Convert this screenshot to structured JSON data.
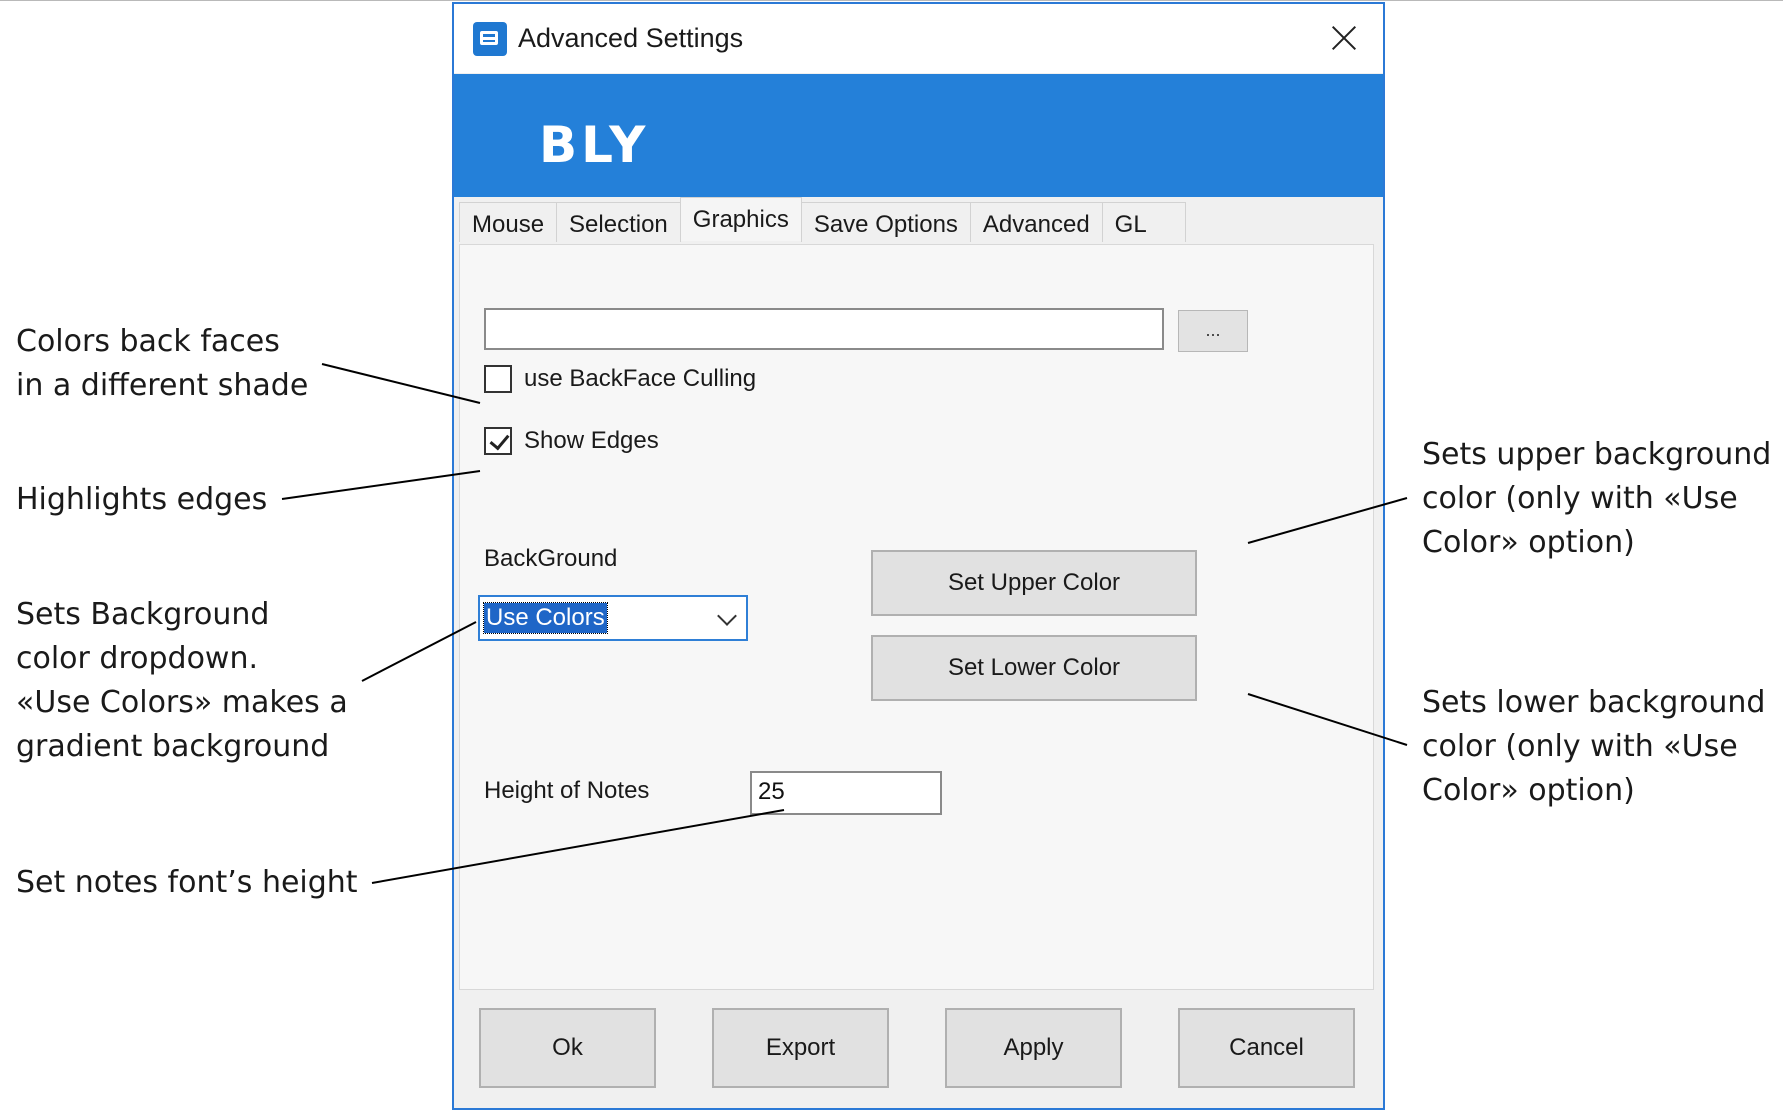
{
  "window": {
    "title": "Advanced Settings",
    "brand": "BLY"
  },
  "tabs": [
    {
      "label": "Mouse"
    },
    {
      "label": "Selection"
    },
    {
      "label": "Graphics",
      "active": true
    },
    {
      "label": "Save Options"
    },
    {
      "label": "Advanced"
    },
    {
      "label": "GL"
    }
  ],
  "graphics": {
    "path_value": "",
    "browse_label": "...",
    "backface_label": "use BackFace Culling",
    "backface_checked": false,
    "edges_label": "Show Edges",
    "edges_checked": true,
    "background_label": "BackGround",
    "background_value": "Use Colors",
    "upper_button": "Set Upper Color",
    "lower_button": "Set Lower Color",
    "notes_label": "Height of Notes",
    "notes_value": "25"
  },
  "footer": {
    "ok": "Ok",
    "export": "Export",
    "apply": "Apply",
    "cancel": "Cancel"
  },
  "annotations": {
    "backfaces": [
      "Colors back faces",
      "in a different shade"
    ],
    "edges": [
      "Highlights edges"
    ],
    "background": [
      "Sets Background",
      "color dropdown.",
      "«Use Colors» makes a",
      "gradient background"
    ],
    "notes": [
      "Set notes font’s height"
    ],
    "upper": [
      "Sets upper background",
      "color (only with «Use",
      "Color» option)"
    ],
    "lower": [
      "Sets lower background",
      "color (only with «Use",
      "Color» option)"
    ]
  },
  "colors": {
    "accent": "#2480d9",
    "window_border": "#2b79d6",
    "selection": "#1f66c7"
  }
}
